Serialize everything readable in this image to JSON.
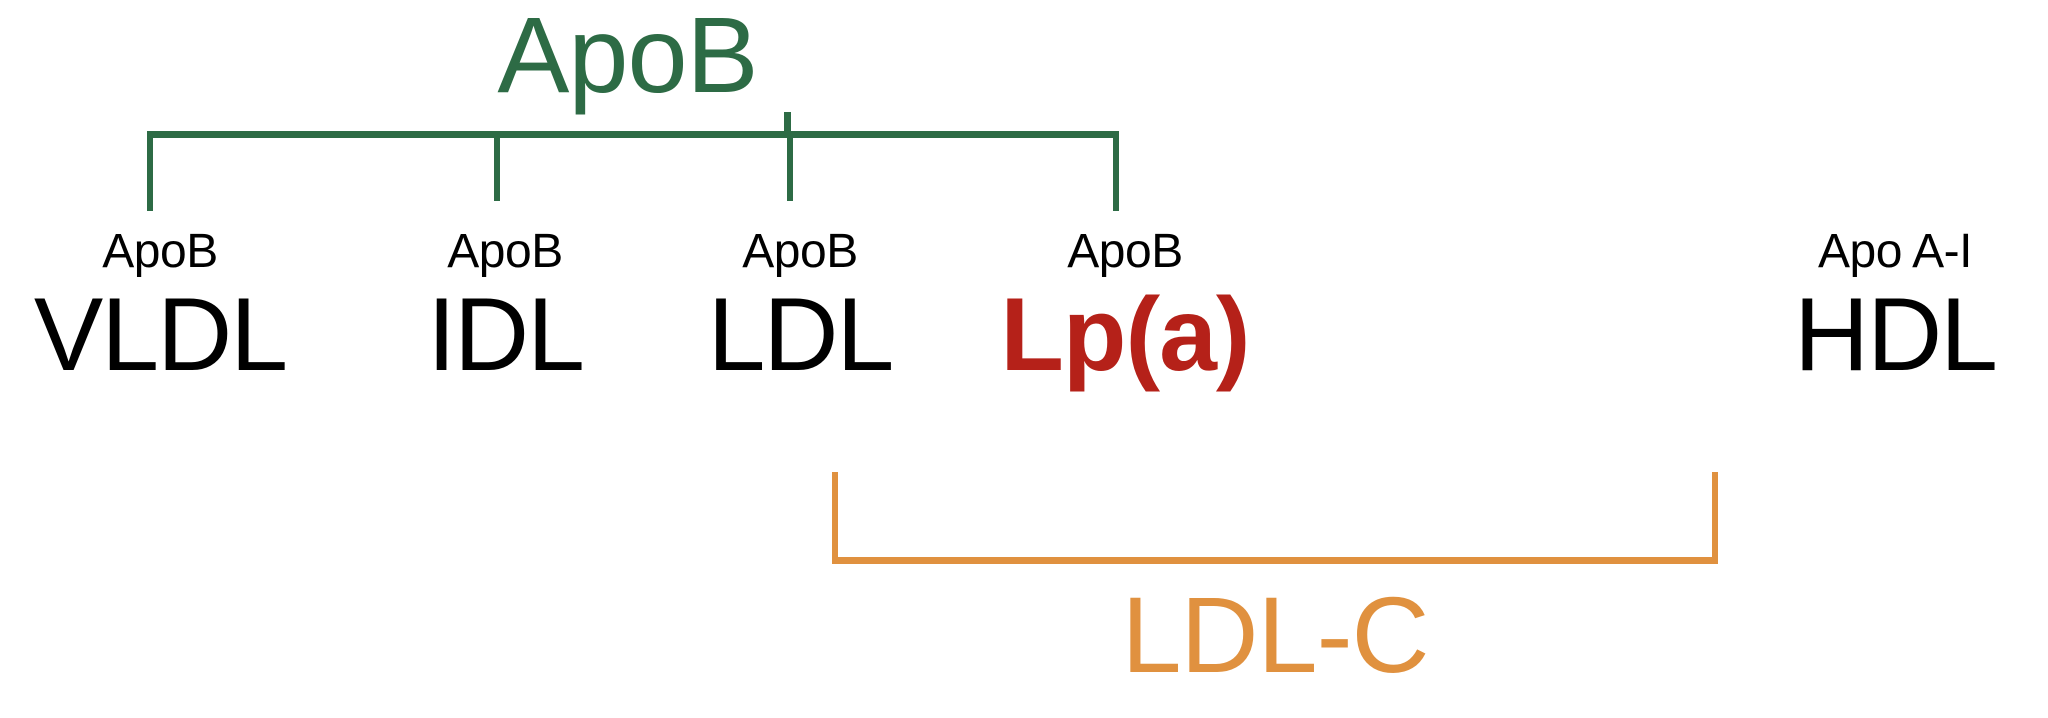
{
  "diagram": {
    "title": "ApoB",
    "title_color": "#2d6b45",
    "background_color": "#ffffff"
  },
  "top_group": {
    "label": "ApoB",
    "color": "#2d6b45",
    "members": [
      "VLDL",
      "IDL",
      "LDL",
      "Lp(a)"
    ]
  },
  "bottom_group": {
    "label": "LDL-C",
    "color": "#e0913f",
    "members": [
      "LDL",
      "Lp(a)"
    ]
  },
  "particles": [
    {
      "id": "vldl",
      "apo": "ApoB",
      "name": "VLDL",
      "color": "#000000"
    },
    {
      "id": "idl",
      "apo": "ApoB",
      "name": "IDL",
      "color": "#000000"
    },
    {
      "id": "ldl",
      "apo": "ApoB",
      "name": "LDL",
      "color": "#000000"
    },
    {
      "id": "lpa",
      "apo": "ApoB",
      "name": "Lp(a)",
      "color": "#b52119"
    },
    {
      "id": "hdl",
      "apo": "Apo A-I",
      "name": "HDL",
      "color": "#000000"
    }
  ]
}
